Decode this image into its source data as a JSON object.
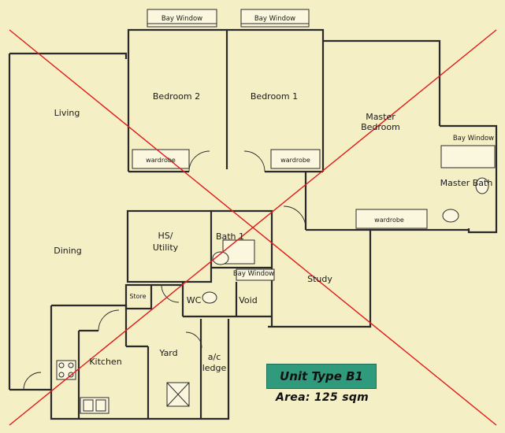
{
  "rooms": {
    "bay_window_1": "Bay Window",
    "bay_window_2": "Bay Window",
    "bedroom_2": "Bedroom 2",
    "bedroom_1": "Bedroom 1",
    "living": "Living",
    "master_bedroom_line1": "Master",
    "master_bedroom_line2": "Bedroom",
    "bay_window_master": "Bay Window",
    "wardrobe_1": "wardrobe",
    "wardrobe_2": "wardrobe",
    "master_bath": "Master Bath",
    "wardrobe_master": "wardrobe",
    "hs_utility_line1": "HS/",
    "hs_utility_line2": "Utility",
    "bath_1": "Bath 1",
    "bay_window_bath": "Bay Window",
    "dining": "Dining",
    "study": "Study",
    "store": "Store",
    "wc": "WC",
    "void": "Void",
    "yard": "Yard",
    "ac_ledge_line1": "a/c",
    "ac_ledge_line2": "ledge",
    "kitchen": "Kitchen"
  },
  "info": {
    "unit_type": "Unit Type B1",
    "area": "Area: 125 sqm"
  },
  "colors": {
    "paper": "#f5efc6",
    "cross": "#e01a1a",
    "badge": "#2f9a7c"
  }
}
